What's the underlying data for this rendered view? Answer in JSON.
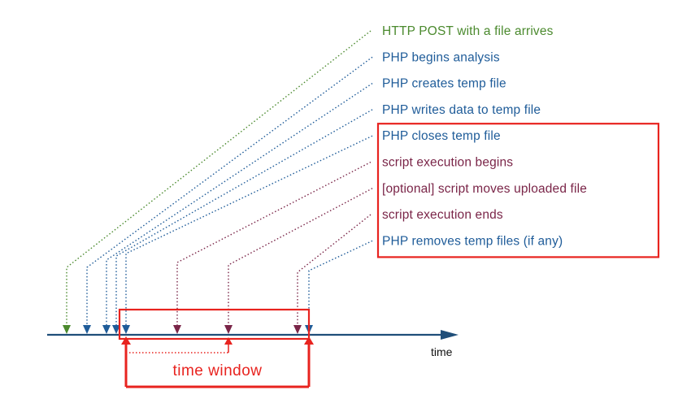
{
  "colors": {
    "green": "#4b8a2e",
    "blue": "#1f5c99",
    "maroon": "#7a2548",
    "red": "#e8231f",
    "axis": "#1f4e79"
  },
  "events": [
    {
      "id": "http-post",
      "label": "HTTP POST with a file arrives",
      "color": "green",
      "order": 1
    },
    {
      "id": "php-begins",
      "label": "PHP begins analysis",
      "color": "blue",
      "order": 2
    },
    {
      "id": "php-creates",
      "label": "PHP creates temp file",
      "color": "blue",
      "order": 3
    },
    {
      "id": "php-writes",
      "label": "PHP writes data to temp file",
      "color": "blue",
      "order": 4
    },
    {
      "id": "php-closes",
      "label": "PHP closes temp file",
      "color": "blue",
      "order": 5
    },
    {
      "id": "script-begins",
      "label": "script execution begins",
      "color": "maroon",
      "order": 6
    },
    {
      "id": "script-moves",
      "label": "[optional] script moves uploaded file",
      "color": "maroon",
      "order": 7
    },
    {
      "id": "script-ends",
      "label": "script execution ends",
      "color": "maroon",
      "order": 8
    },
    {
      "id": "php-removes",
      "label": "PHP removes temp files (if any)",
      "color": "blue",
      "order": 9
    }
  ],
  "highlighted_events": [
    "php-closes",
    "script-begins",
    "script-moves",
    "script-ends",
    "php-removes"
  ],
  "time_window": {
    "label": "time window",
    "from_event": "php-closes",
    "to_event": "php-removes",
    "marker_event": "script-moves"
  },
  "axis": {
    "label": "time"
  }
}
